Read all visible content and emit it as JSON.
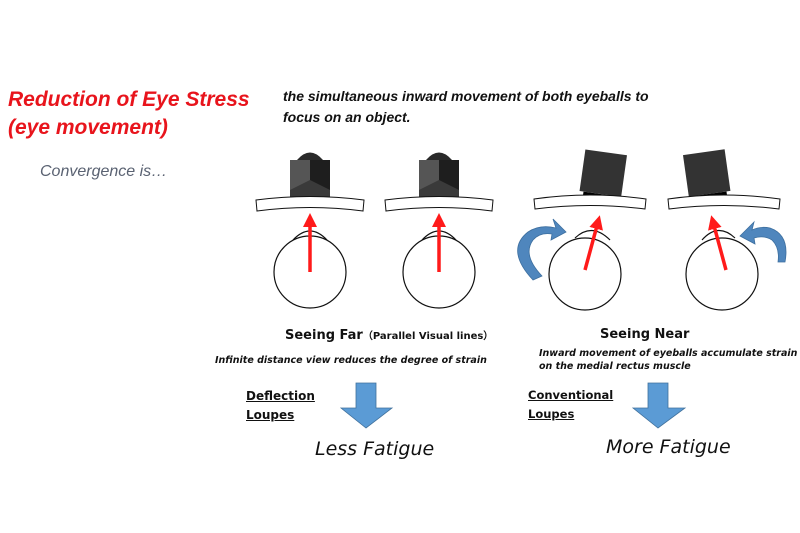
{
  "title": {
    "line1": "Reduction of Eye Stress",
    "line2": "(eye movement)"
  },
  "intro": "Convergence is…",
  "definition": {
    "line1": "the simultaneous inward movement of both eyeballs to",
    "line2": "focus on an object."
  },
  "far": {
    "caption": "Seeing Far",
    "caption_sub": "（Parallel Visual lines）",
    "note": "Infinite distance view reduces the degree of strain",
    "loupe_label": [
      "Deflection",
      "Loupes"
    ],
    "result": "Less Fatigue"
  },
  "near": {
    "caption": "Seeing Near",
    "note": [
      "Inward movement of eyeballs accumulate strain",
      "on the medial rectus muscle"
    ],
    "loupe_label": [
      "Conventional",
      "Loupes"
    ],
    "result": "More Fatigue"
  },
  "colors": {
    "title": "#e8141c",
    "arrow_red": "#ff1a1a",
    "arrow_blue": "#5b9bd5"
  }
}
